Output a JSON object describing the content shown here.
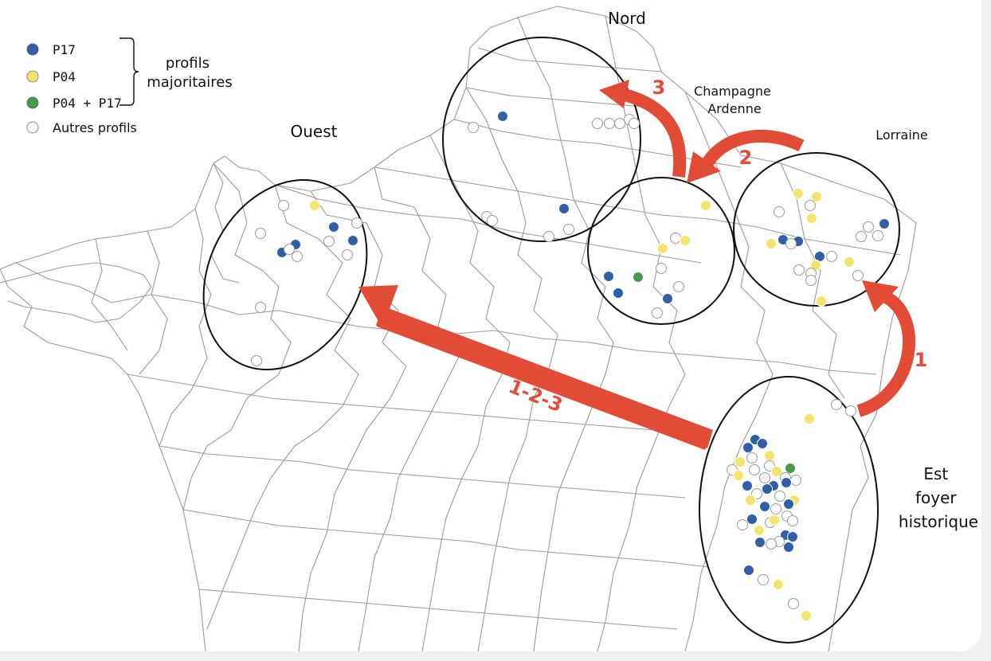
{
  "map": {
    "regions": [
      {
        "id": "nord",
        "label": "Nord"
      },
      {
        "id": "ouest",
        "label": "Ouest"
      },
      {
        "id": "champagne",
        "label": "Champagne\nArdenne"
      },
      {
        "id": "lorraine",
        "label": "Lorraine"
      },
      {
        "id": "est",
        "label": "Est\nfoyer\nhistorique"
      }
    ],
    "legend": {
      "items": [
        {
          "label": "P17",
          "color": "#2e5fa8",
          "kind": "p17"
        },
        {
          "label": "P04",
          "color": "#f3e56b",
          "kind": "p04"
        },
        {
          "label": "P04 + P17",
          "color": "#4a9a4a",
          "kind": "p04p17"
        },
        {
          "label": "Autres profils",
          "color": "#ffffff",
          "kind": "other"
        }
      ],
      "group_label": "profils\nmajoritaires"
    },
    "arrows": [
      {
        "label": "1",
        "color": "#e24b35"
      },
      {
        "label": "2",
        "color": "#e24b35"
      },
      {
        "label": "3",
        "color": "#e24b35"
      },
      {
        "label": "1-2-3",
        "color": "#e24b35"
      }
    ],
    "colors": {
      "p17": "#2e5fa8",
      "p04": "#f3e56b",
      "p04p17": "#4a9a4a",
      "other": "#ffffff",
      "border": "#9a9a9a",
      "arrow": "#e24b35"
    }
  }
}
